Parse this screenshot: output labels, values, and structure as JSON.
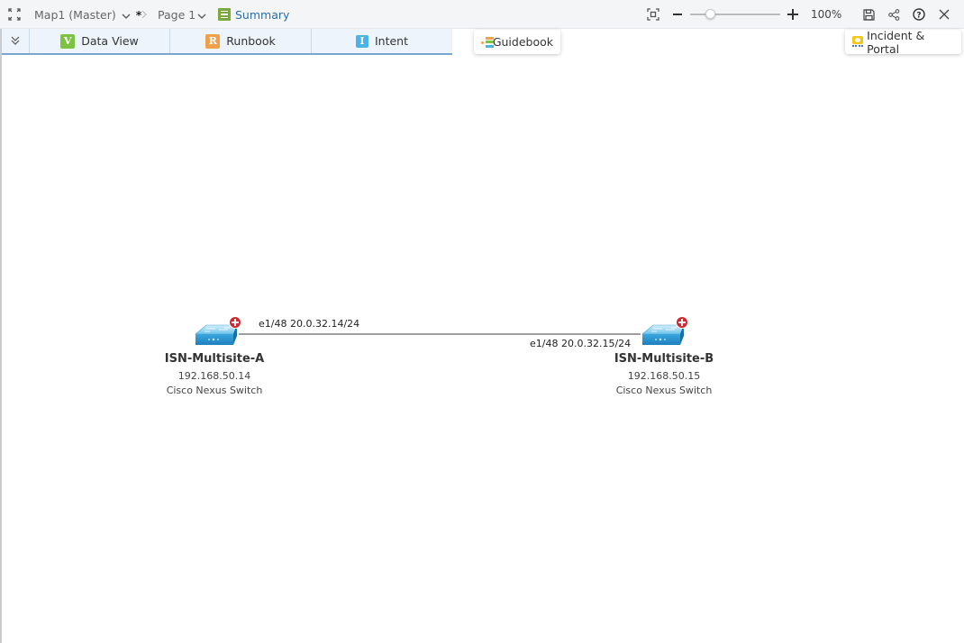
{
  "topbar": {
    "map_title": "Map1 (Master)",
    "modified_marker": "*",
    "page_label": "Page 1",
    "summary_label": "Summary",
    "zoom_level": "100%",
    "icons": [
      "fullscreen-icon",
      "chevron-down-icon",
      "breadcrumb-separator-icon",
      "summary-icon",
      "fit-view-icon",
      "zoom-out-icon",
      "zoom-slider",
      "zoom-in-icon",
      "save-icon",
      "share-icon",
      "help-icon",
      "close-icon"
    ]
  },
  "tabs": {
    "collapse_icon": "double-chevron-down-icon",
    "items": [
      {
        "label": "Data View",
        "badge": "V",
        "color": "#7cc243"
      },
      {
        "label": "Runbook",
        "badge": "R",
        "color": "#f0a04b"
      },
      {
        "label": "Intent",
        "badge": "I",
        "color": "#4cb3e8"
      }
    ]
  },
  "floating_buttons": {
    "guidebook": "Guidebook",
    "incident_portal": "Incident & Portal"
  },
  "diagram": {
    "nodes": [
      {
        "name": "ISN-Multisite-A",
        "ip": "192.168.50.14",
        "type": "Cisco Nexus Switch"
      },
      {
        "name": "ISN-Multisite-B",
        "ip": "192.168.50.15",
        "type": "Cisco Nexus Switch"
      }
    ],
    "link": {
      "a_label": "e1/48 20.0.32.14/24",
      "b_label": "e1/48 20.0.32.15/24"
    }
  }
}
